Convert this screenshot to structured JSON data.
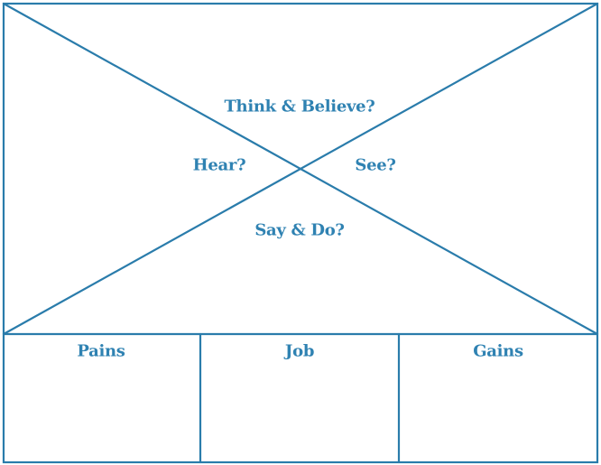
{
  "colors": {
    "stroke": "#2a7cab",
    "text": "#2f82b2"
  },
  "labels": {
    "think": "Think & Believe?",
    "hear": "Hear?",
    "see": "See?",
    "say": "Say & Do?",
    "pains": "Pains",
    "job": "Job",
    "gains": "Gains"
  }
}
